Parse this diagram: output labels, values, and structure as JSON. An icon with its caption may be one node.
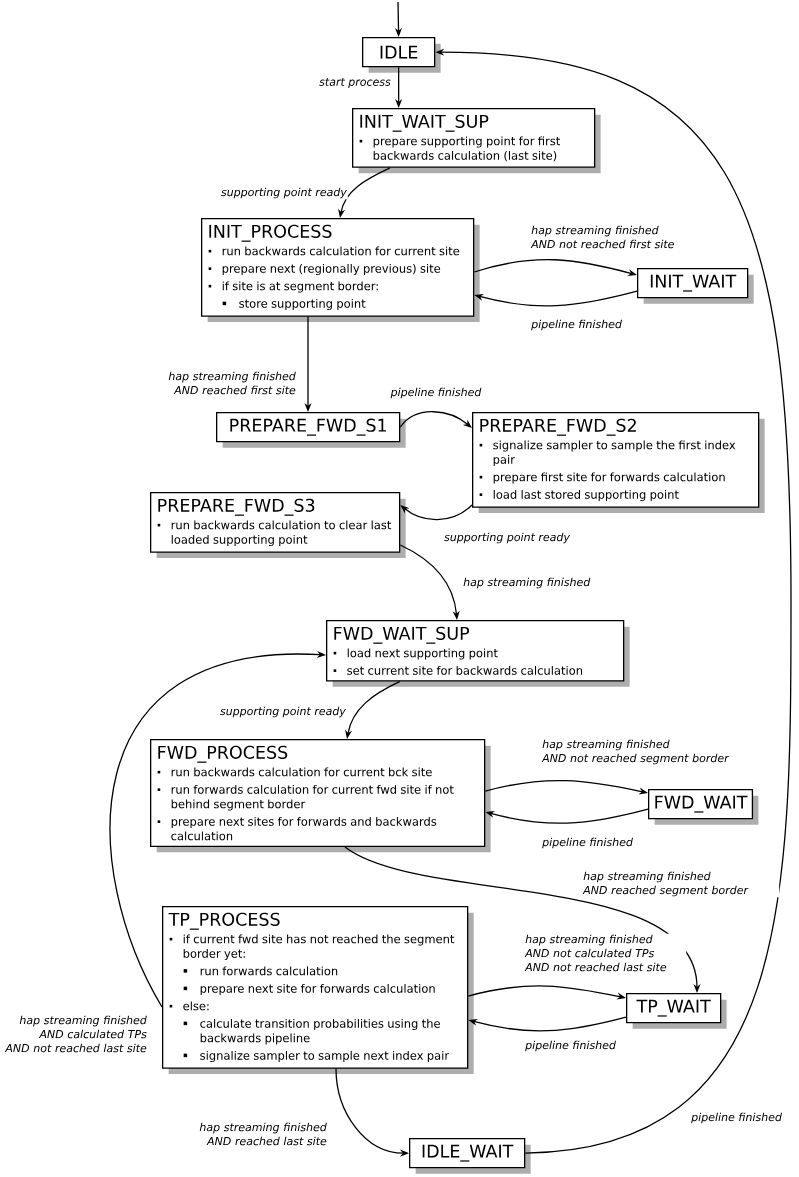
{
  "diagram": {
    "nodes": [
      {
        "text": [
          "IDLE"
        ]
      },
      {
        "text": [
          "INIT_WAIT_SUP",
          "prepare supporting point for first backwards calculation (last site)"
        ]
      },
      {
        "text": [
          "INIT_PROCESS",
          "run backwards calculation for current site",
          "prepare next (regionally previous) site",
          "if site is at segment border:",
          "store supporting point"
        ]
      },
      {
        "text": [
          "INIT_WAIT"
        ]
      },
      {
        "text": [
          "PREPARE_FWD_S1"
        ]
      },
      {
        "text": [
          "PREPARE_FWD_S2",
          "signalize sampler to sample the first index pair",
          "prepare first site for forwards calculation",
          "load last stored supporting point"
        ]
      },
      {
        "text": [
          "PREPARE_FWD_S3",
          "run backwards calculation to clear last loaded supporting point"
        ]
      },
      {
        "text": [
          "FWD_WAIT_SUP",
          "load next supporting point",
          "set current site for backwards calculation"
        ]
      },
      {
        "text": [
          "FWD_PROCESS",
          "run backwards calculation for current bck site",
          "run forwards calculation for current fwd site if not behind segment border",
          "prepare next sites for forwards and backwards calculation"
        ]
      },
      {
        "text": [
          "FWD_WAIT"
        ]
      },
      {
        "text": [
          "TP_PROCESS",
          "if current fwd site has not reached the segment border yet:",
          "run forwards calculation",
          "prepare next site for forwards calculation",
          "else:",
          "calculate transition probabilities using the backwards pipeline",
          "signalize sampler to sample next index pair"
        ]
      },
      {
        "text": [
          "TP_WAIT"
        ]
      },
      {
        "text": [
          "IDLE_WAIT"
        ]
      }
    ],
    "edges": [
      {
        "from": null,
        "to": 0,
        "arrow": "to"
      },
      {
        "from": 0,
        "to": 1,
        "arrow": "to",
        "label": "start process"
      },
      {
        "from": 1,
        "to": 2,
        "arrow": "to",
        "label": "supporting point ready"
      },
      {
        "from": 2,
        "to": 3,
        "arrow": "to",
        "label": "hap streaming finished AND not reached first site"
      },
      {
        "from": 3,
        "to": 2,
        "arrow": "to",
        "label": "pipeline finished"
      },
      {
        "from": 2,
        "to": 4,
        "arrow": "to",
        "label": "hap streaming finished AND reached first site"
      },
      {
        "from": 4,
        "to": 5,
        "arrow": "to",
        "label": "pipeline finished"
      },
      {
        "from": 5,
        "to": 6,
        "arrow": "to",
        "label": "supporting point ready"
      },
      {
        "from": 6,
        "to": 7,
        "arrow": "to",
        "label": "hap streaming finished"
      },
      {
        "from": 7,
        "to": 8,
        "arrow": "to",
        "label": "supporting point ready"
      },
      {
        "from": 8,
        "to": 9,
        "arrow": "to",
        "label": "hap streaming finished AND not reached segment border"
      },
      {
        "from": 9,
        "to": 8,
        "arrow": "to",
        "label": "pipeline finished"
      },
      {
        "from": 8,
        "to": 11,
        "arrow": "to",
        "label": "hap streaming finished AND reached segment border"
      },
      {
        "from": 10,
        "to": 11,
        "arrow": "to",
        "label": "hap streaming finished AND not calculated TPs AND not reached last site"
      },
      {
        "from": 11,
        "to": 10,
        "arrow": "to",
        "label": "pipeline finished"
      },
      {
        "from": 10,
        "to": 7,
        "arrow": "to",
        "label": "hap streaming finished AND calculated TPs AND not reached last site"
      },
      {
        "from": 10,
        "to": 12,
        "arrow": "to",
        "label": "hap streaming finished AND reached last site"
      },
      {
        "from": 12,
        "to": 0,
        "arrow": "to",
        "label": "pipeline finished"
      }
    ]
  }
}
